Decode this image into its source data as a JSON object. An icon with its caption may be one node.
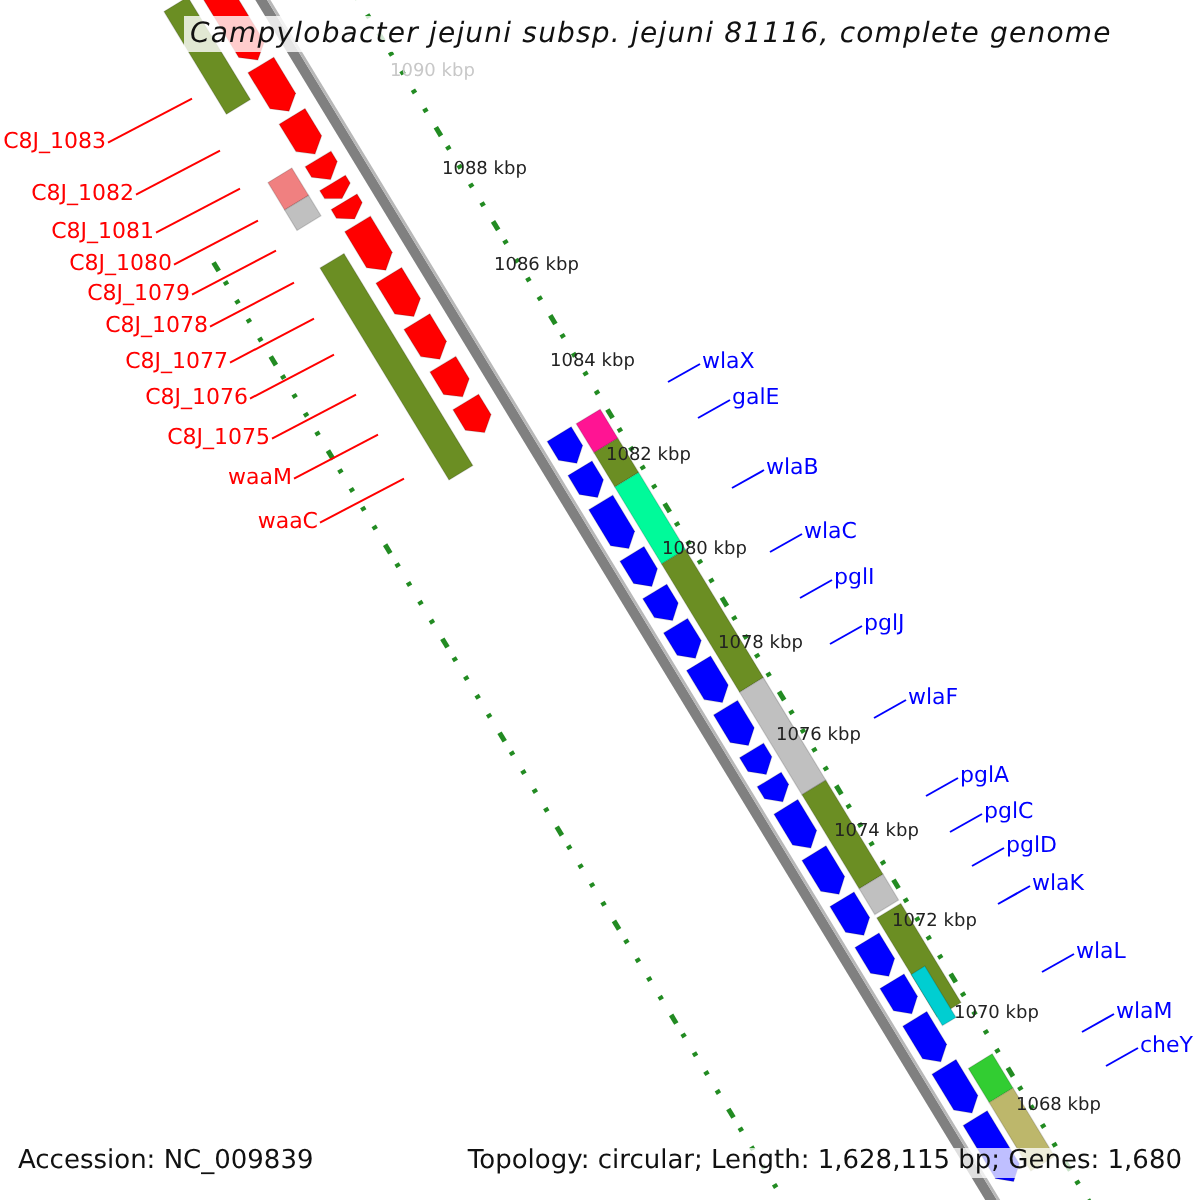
{
  "diagram": {
    "title": "Campylobacter jejuni subsp. jejuni 81116, complete genome",
    "nodes": [
      {
        "text": [
          "C8J_1083"
        ]
      },
      {
        "text": [
          "C8J_1082"
        ]
      },
      {
        "text": [
          "C8J_1081"
        ]
      },
      {
        "text": [
          "C8J_1080"
        ]
      },
      {
        "text": [
          "C8J_1079"
        ]
      },
      {
        "text": [
          "C8J_1078"
        ]
      },
      {
        "text": [
          "C8J_1077"
        ]
      },
      {
        "text": [
          "C8J_1076"
        ]
      },
      {
        "text": [
          "C8J_1075"
        ]
      },
      {
        "text": [
          "waaM"
        ]
      },
      {
        "text": [
          "waaC"
        ]
      },
      {
        "text": [
          "wlaX"
        ]
      },
      {
        "text": [
          "galE"
        ]
      },
      {
        "text": [
          "wlaB"
        ]
      },
      {
        "text": [
          "wlaC"
        ]
      },
      {
        "text": [
          "pglI"
        ]
      },
      {
        "text": [
          "pglJ"
        ]
      },
      {
        "text": [
          "wlaF"
        ]
      },
      {
        "text": [
          "pglA"
        ]
      },
      {
        "text": [
          "pglC"
        ]
      },
      {
        "text": [
          "pglD"
        ]
      },
      {
        "text": [
          "wlaK"
        ]
      },
      {
        "text": [
          "wlaL"
        ]
      },
      {
        "text": [
          "wlaM"
        ]
      },
      {
        "text": [
          "cheY"
        ]
      }
    ],
    "edges": [
      {
        "from": 0,
        "to": null,
        "arrow": "none",
        "color": "#ff0000"
      },
      {
        "from": 1,
        "to": null,
        "arrow": "none",
        "color": "#ff0000"
      },
      {
        "from": 2,
        "to": null,
        "arrow": "none",
        "color": "#ff0000"
      },
      {
        "from": 3,
        "to": null,
        "arrow": "none",
        "color": "#ff0000"
      },
      {
        "from": 4,
        "to": null,
        "arrow": "none",
        "color": "#ff0000"
      },
      {
        "from": 5,
        "to": null,
        "arrow": "none",
        "color": "#ff0000"
      },
      {
        "from": 6,
        "to": null,
        "arrow": "none",
        "color": "#ff0000"
      },
      {
        "from": 7,
        "to": null,
        "arrow": "none",
        "color": "#ff0000"
      },
      {
        "from": 8,
        "to": null,
        "arrow": "none",
        "color": "#ff0000"
      },
      {
        "from": 9,
        "to": null,
        "arrow": "none",
        "color": "#ff0000"
      },
      {
        "from": 10,
        "to": null,
        "arrow": "none",
        "color": "#ff0000"
      },
      {
        "from": 11,
        "to": null,
        "arrow": "none"
      },
      {
        "from": 12,
        "to": null,
        "arrow": "none"
      },
      {
        "from": 13,
        "to": null,
        "arrow": "none"
      },
      {
        "from": 14,
        "to": null,
        "arrow": "none"
      },
      {
        "from": 15,
        "to": null,
        "arrow": "none"
      },
      {
        "from": 16,
        "to": null,
        "arrow": "none"
      },
      {
        "from": 17,
        "to": null,
        "arrow": "none"
      },
      {
        "from": 18,
        "to": null,
        "arrow": "none"
      },
      {
        "from": 19,
        "to": null,
        "arrow": "none"
      },
      {
        "from": 20,
        "to": null,
        "arrow": "none"
      },
      {
        "from": 21,
        "to": null,
        "arrow": "none"
      },
      {
        "from": 22,
        "to": null,
        "arrow": "none"
      },
      {
        "from": 23,
        "to": null,
        "arrow": "none"
      },
      {
        "from": 24,
        "to": null,
        "arrow": "none"
      }
    ],
    "labels": [
      "1090 kbp",
      "1088 kbp",
      "1086 kbp",
      "1084 kbp",
      "1082 kbp",
      "1080 kbp",
      "1078 kbp",
      "1076 kbp",
      "1074 kbp",
      "1072 kbp",
      "1070 kbp",
      "1068 kbp",
      "Accession: NC_009839",
      "Topology: circular; Length: 1,628,115 bp; Genes: 1,680"
    ]
  }
}
